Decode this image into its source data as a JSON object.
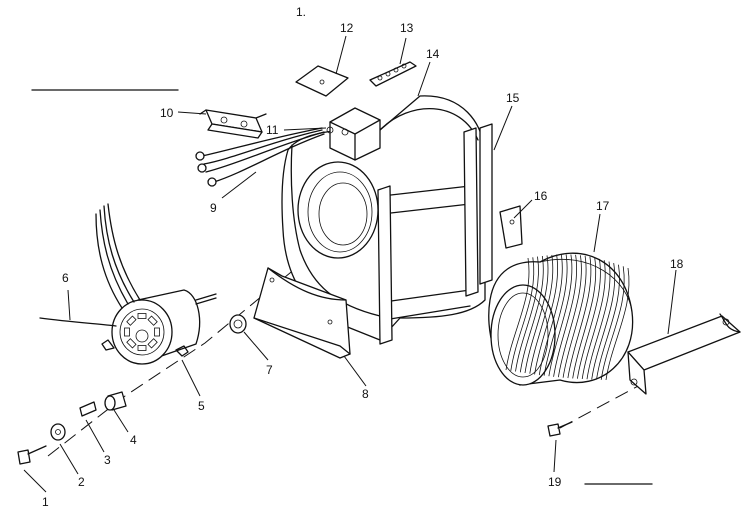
{
  "callouts": {
    "c1": "1",
    "c2": "2",
    "c3": "3",
    "c4": "4",
    "c5": "5",
    "c6": "6",
    "c7": "7",
    "c8": "8",
    "c9": "9",
    "c10": "10",
    "c11": "11",
    "c12": "12",
    "c13": "13",
    "c14": "14",
    "c15": "15",
    "c16": "16",
    "c17": "17",
    "c18": "18",
    "c19": "19"
  },
  "header_mark": "1."
}
